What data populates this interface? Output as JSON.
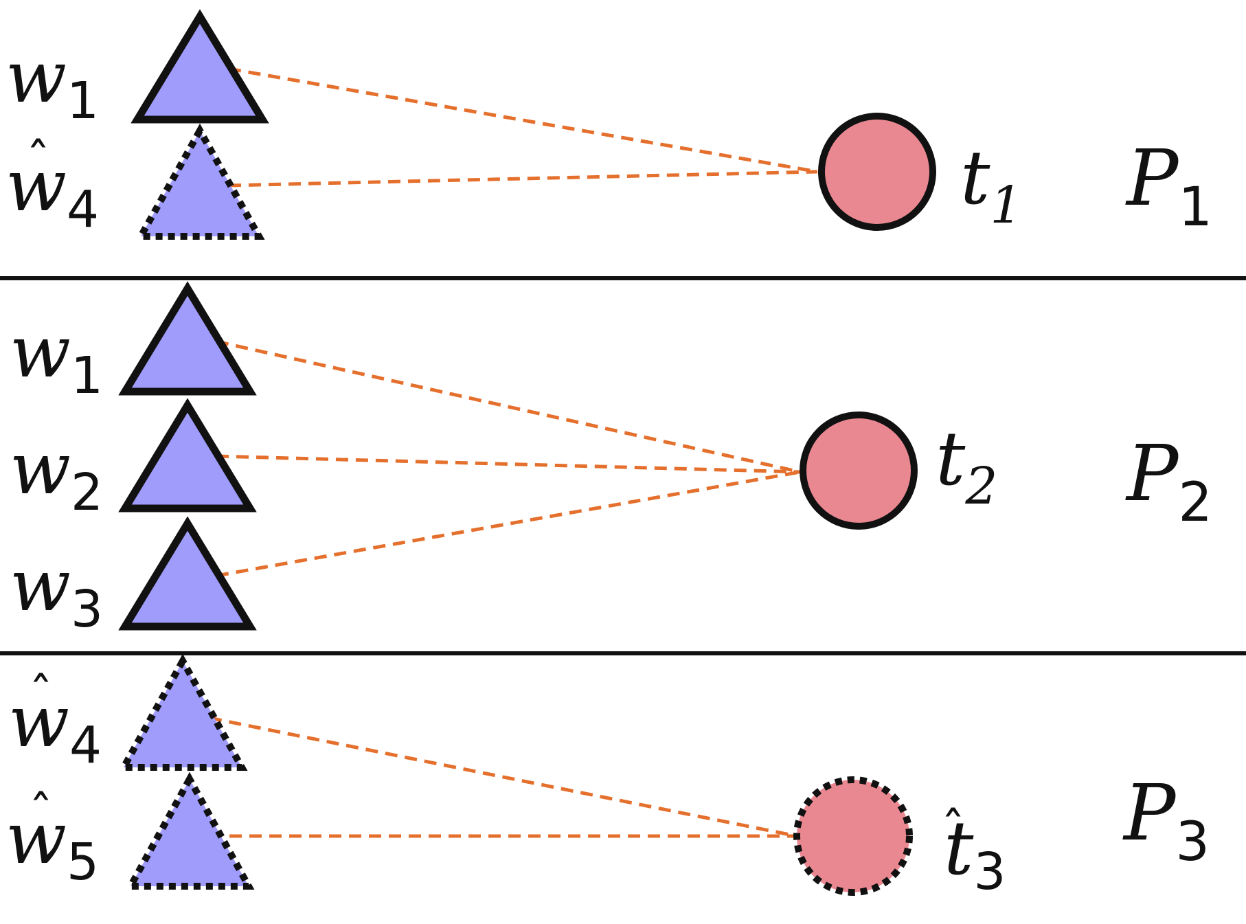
{
  "colors": {
    "word_fill": "#a09cfb",
    "token_fill": "#ea8892",
    "edge": "#e5702d",
    "outline": "#111111",
    "divider": "#111111",
    "background": "#ffffff"
  },
  "partitions": [
    {
      "label": "P",
      "label_sub": "1",
      "words": [
        {
          "main": "w",
          "sub": "1",
          "hat": "",
          "dashed": false
        },
        {
          "main": "w",
          "sub": "4",
          "hat": "ˆ",
          "dashed": true
        }
      ],
      "token": {
        "main": "t",
        "sub": "1",
        "hat": "",
        "dashed": false
      }
    },
    {
      "label": "P",
      "label_sub": "2",
      "words": [
        {
          "main": "w",
          "sub": "1",
          "hat": "",
          "dashed": false
        },
        {
          "main": "w",
          "sub": "2",
          "hat": "",
          "dashed": false
        },
        {
          "main": "w",
          "sub": "3",
          "hat": "",
          "dashed": false
        }
      ],
      "token": {
        "main": "t",
        "sub": "2",
        "hat": "",
        "dashed": false
      }
    },
    {
      "label": "P",
      "label_sub": "3",
      "words": [
        {
          "main": "w",
          "sub": "4",
          "hat": "ˆ",
          "dashed": true
        },
        {
          "main": "w",
          "sub": "5",
          "hat": "ˆ",
          "dashed": true
        }
      ],
      "token": {
        "main": "t",
        "sub": "3",
        "hat": "ˆ",
        "dashed": true
      }
    }
  ]
}
